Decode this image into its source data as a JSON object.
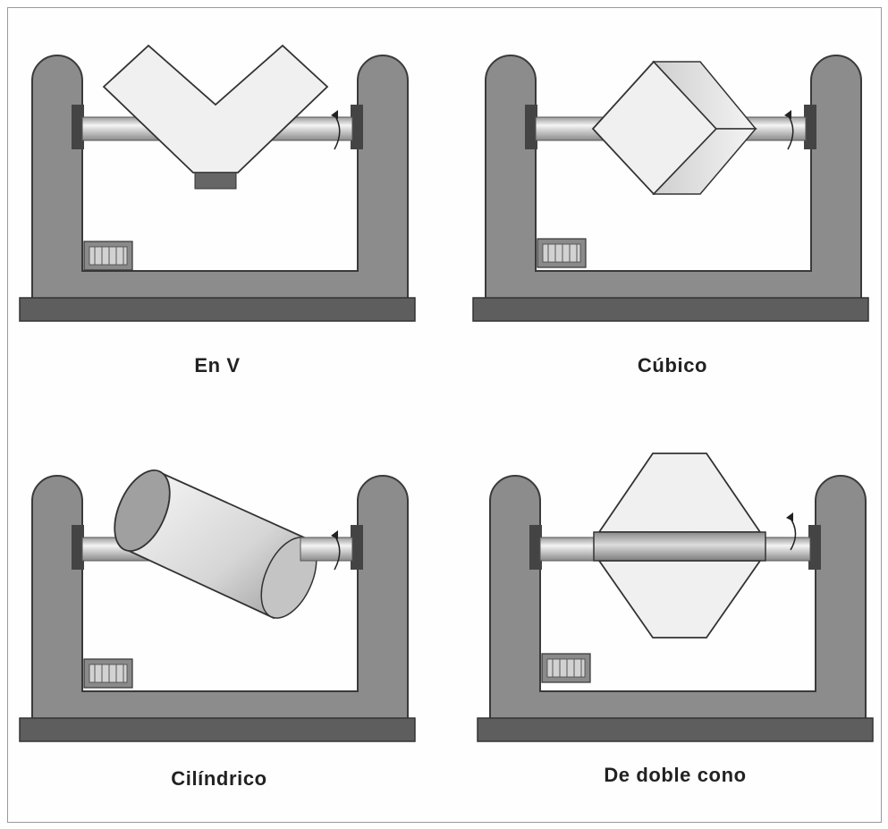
{
  "figure": {
    "panels": [
      {
        "id": "v",
        "caption": "En V"
      },
      {
        "id": "cubic",
        "caption": "Cúbico"
      },
      {
        "id": "cylinder",
        "caption": "Cilíndrico"
      },
      {
        "id": "double-cone",
        "caption": "De doble cono"
      }
    ]
  },
  "colors": {
    "frame": "#8c8c8c",
    "frame_stroke": "#3a3a3a",
    "base": "#5e5e5e",
    "vessel": "#f0f0f0",
    "shaft": "#e6e6e6"
  },
  "icons": [
    "rotation-arrow-icon",
    "motor-icon"
  ]
}
